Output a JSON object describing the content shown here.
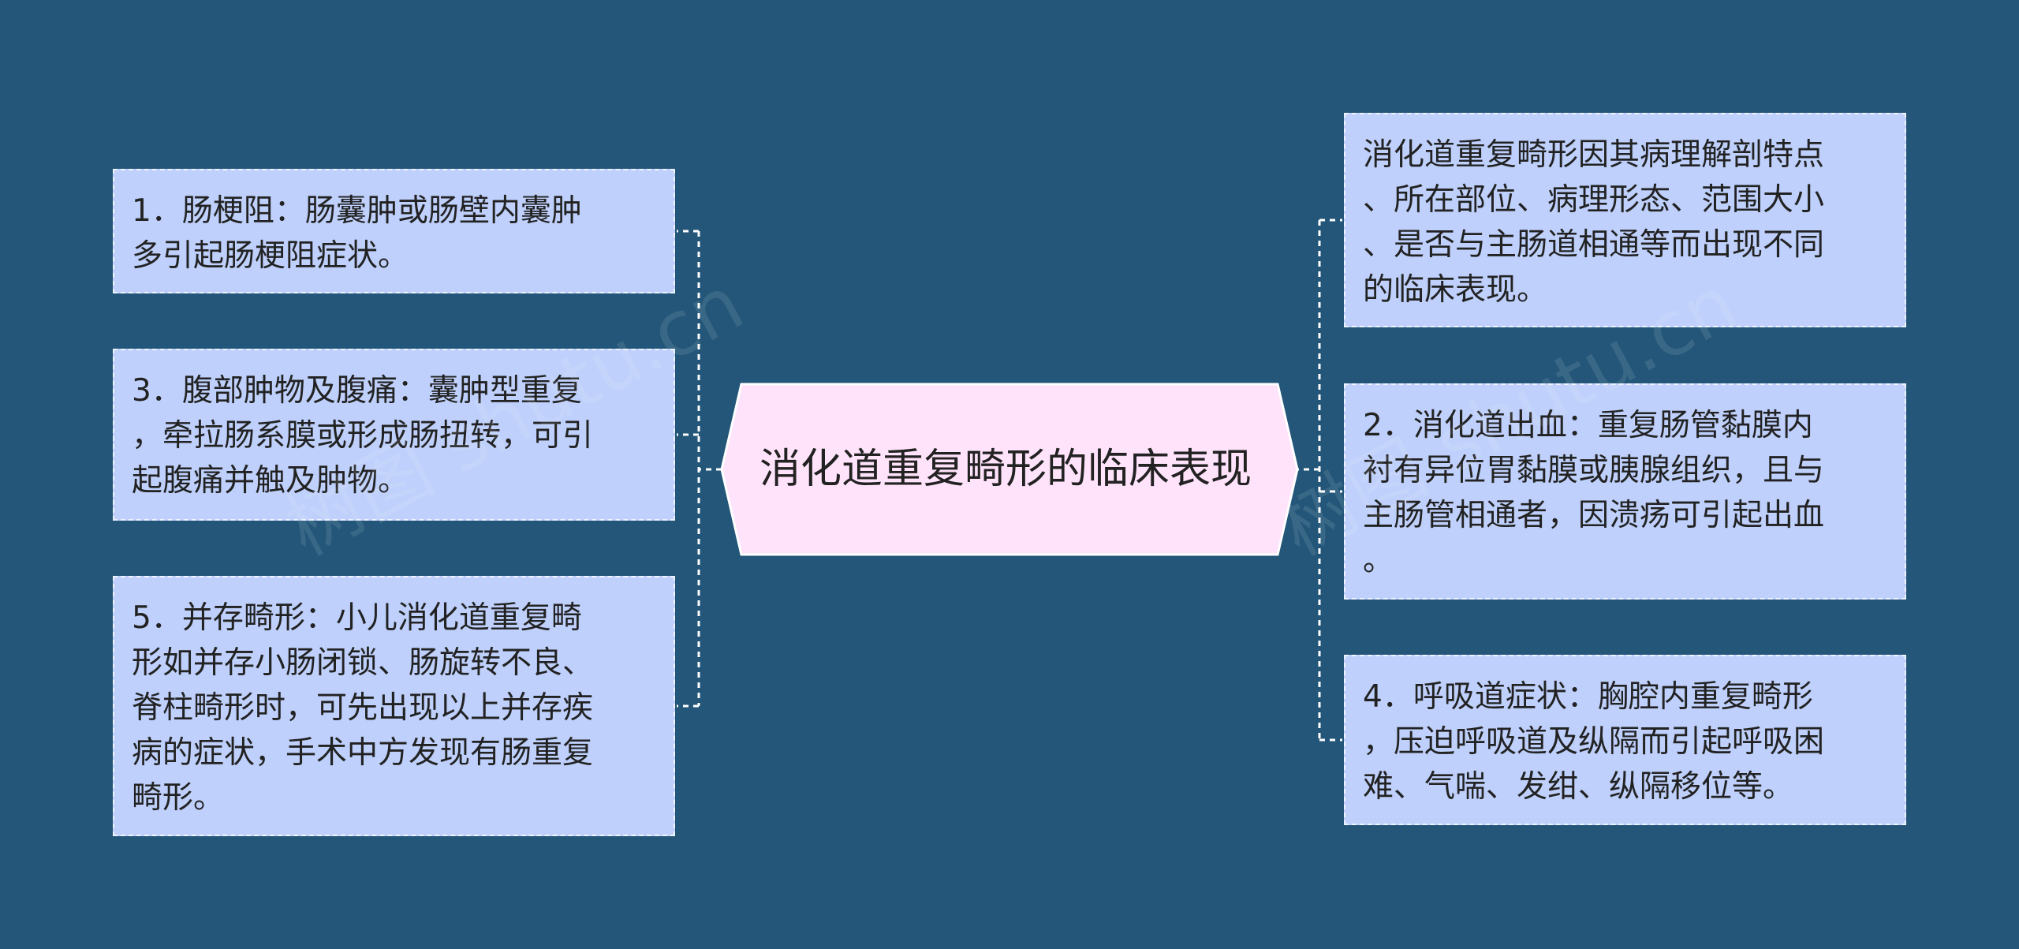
{
  "mindmap": {
    "center": "消化道重复畸形的临床表现",
    "left_nodes": [
      "1．肠梗阻：肠囊肿或肠壁内囊肿\n多引起肠梗阻症状。",
      "3．腹部肿物及腹痛：囊肿型重复\n，牵拉肠系膜或形成肠扭转，可引\n起腹痛并触及肿物。",
      "5．并存畸形：小儿消化道重复畸\n形如并存小肠闭锁、肠旋转不良、\n脊柱畸形时，可先出现以上并存疾\n病的症状，手术中方发现有肠重复\n畸形。"
    ],
    "right_nodes": [
      "消化道重复畸形因其病理解剖特点\n、所在部位、病理形态、范围大小\n、是否与主肠道相通等而出现不同\n的临床表现。",
      "2．消化道出血：重复肠管黏膜内\n衬有异位胃黏膜或胰腺组织，且与\n主肠管相通者，因溃疡可引起出血\n。",
      "4．呼吸道症状：胸腔内重复畸形\n，压迫呼吸道及纵隔而引起呼吸困\n难、气喘、发绀、纵隔移位等。"
    ]
  },
  "watermark": {
    "left": "树图 shutu.cn",
    "right": "树图 shutu.cn"
  },
  "colors": {
    "background": "#235679",
    "center_fill": "#ffe3fb",
    "node_fill": "#bed0fb",
    "connector": "#ffffff"
  }
}
